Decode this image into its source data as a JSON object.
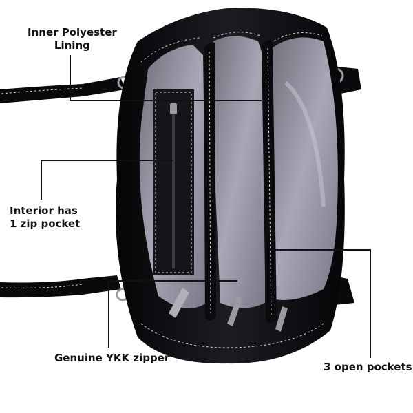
{
  "colors": {
    "leather": "#0b0b0e",
    "leather_highlight": "#2c2c33",
    "lining": "#8e8c99",
    "lining_light": "#b9b7c4",
    "stitch": "#d8d8d8",
    "hardware": "#9a9aa0",
    "callout_line": "#111111"
  },
  "callouts": {
    "inner_lining": {
      "line1": "Inner  Polyester",
      "line2": "Lining"
    },
    "zip_pocket": {
      "line1": "Interior has",
      "line2": "1 zip pocket"
    },
    "ykk_zipper": {
      "text": "Genuine YKK zipper"
    },
    "open_pockets": {
      "text": "3 open pockets"
    }
  }
}
